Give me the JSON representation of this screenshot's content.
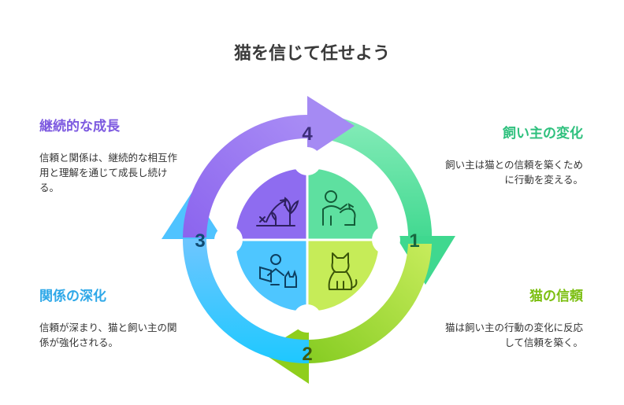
{
  "title": "猫を信じて任せよう",
  "steps": [
    {
      "number": "1",
      "heading": "飼い主の変化",
      "body": "飼い主は猫との信頼を築くために行動を変える。",
      "color": "#3ccf8e"
    },
    {
      "number": "2",
      "heading": "猫の信頼",
      "body": "猫は飼い主の行動の変化に反応して信頼を築く。",
      "color": "#8fce1c"
    },
    {
      "number": "3",
      "heading": "関係の深化",
      "body": "信頼が深まり、猫と飼い主の関係が強化される。",
      "color": "#2ea8e8"
    },
    {
      "number": "4",
      "heading": "継続的な成長",
      "body": "信頼と関係は、継続的な相互作用と理解を通じて成長し続ける。",
      "color": "#8a63e8"
    }
  ],
  "icons": {
    "top_left": "plant-growth-icon",
    "top_right": "person-with-cat-icon",
    "bottom_left": "person-reading-with-cat-icon",
    "bottom_right": "sitting-cat-icon"
  }
}
